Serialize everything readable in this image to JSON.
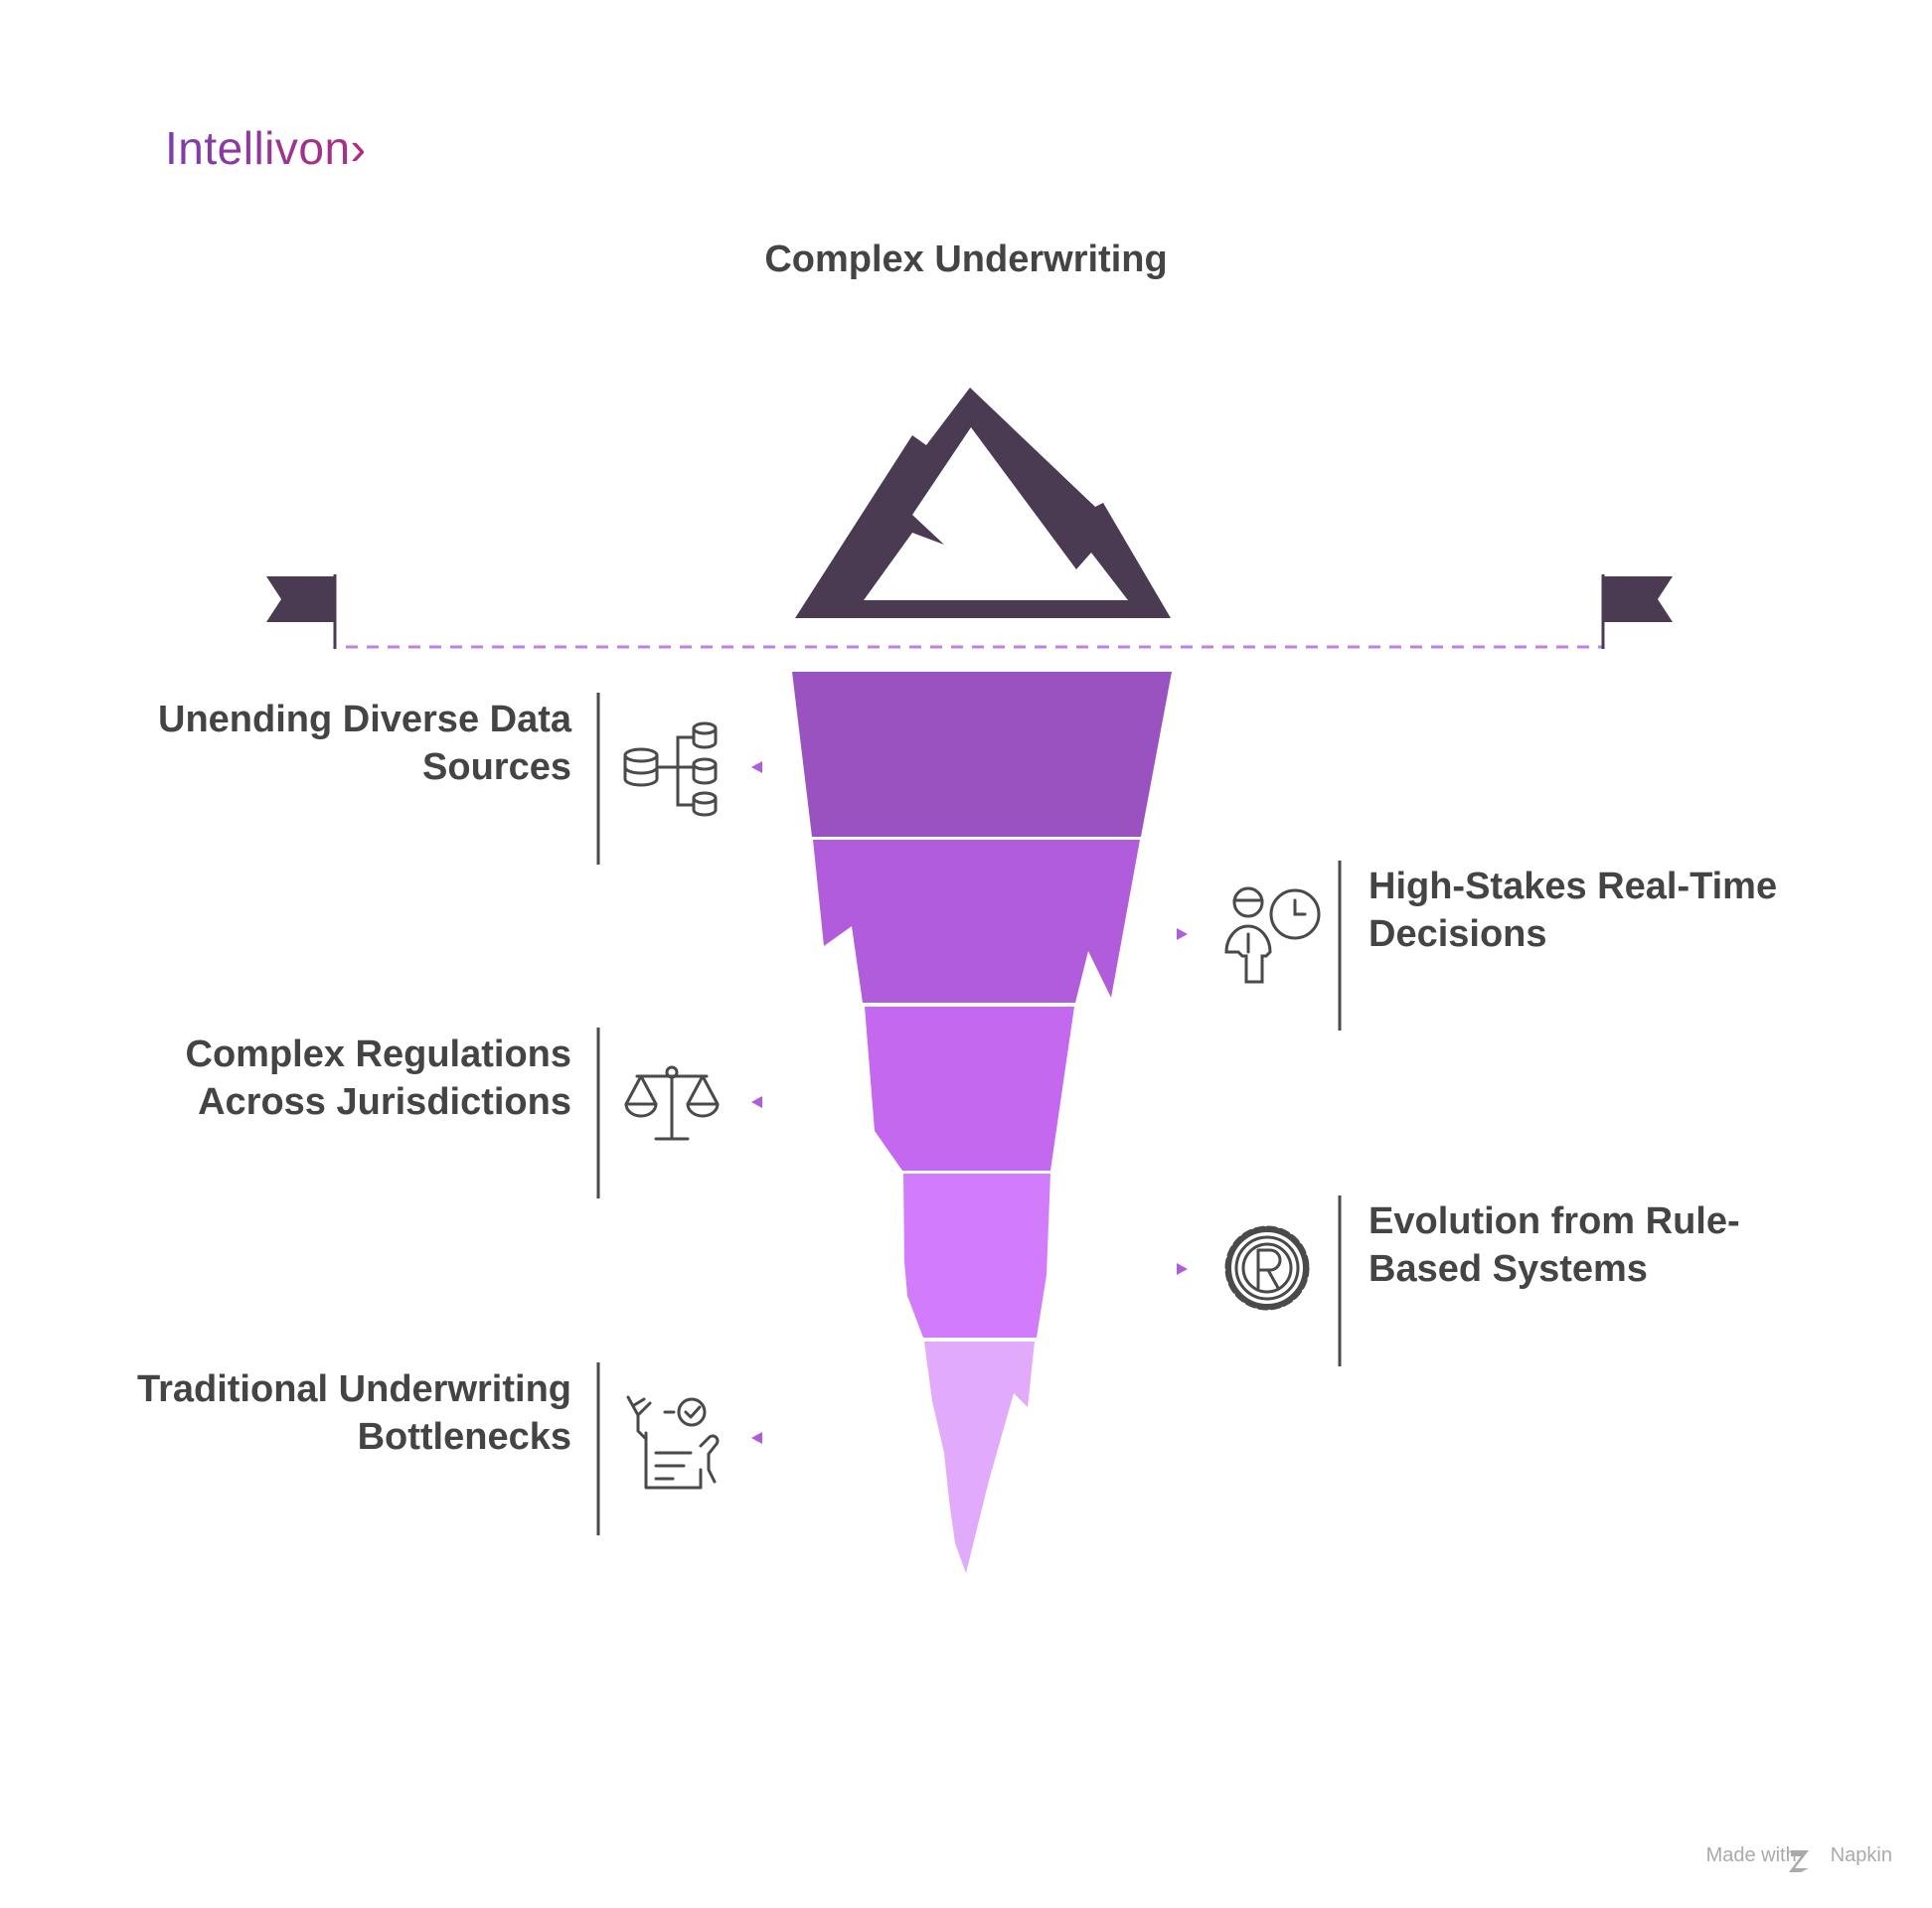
{
  "brand": {
    "name": "Intellivon"
  },
  "title": "Complex Underwriting",
  "items": [
    {
      "label": "Unending Diverse Data Sources",
      "icon": "database-hierarchy-icon",
      "side": "left"
    },
    {
      "label": "High-Stakes Real-Time Decisions",
      "icon": "person-clock-icon",
      "side": "right"
    },
    {
      "label": "Complex Regulations Across Jurisdictions",
      "icon": "scales-icon",
      "side": "left"
    },
    {
      "label": "Evolution from Rule-Based Systems",
      "icon": "gear-r-icon",
      "side": "right"
    },
    {
      "label": "Traditional Underwriting Bottlenecks",
      "icon": "document-check-hand-icon",
      "side": "left"
    }
  ],
  "colors": {
    "dark": "#4a3a52",
    "layer1": "#9a52c0",
    "layer2": "#b05cdb",
    "layer3": "#c468f0",
    "layer4": "#d27cfc",
    "layer5": "#e2aafb",
    "dashed": "#c07fe6",
    "text": "#444444"
  },
  "footer": {
    "credit": "Made with",
    "credit_brand": "Napkin"
  }
}
